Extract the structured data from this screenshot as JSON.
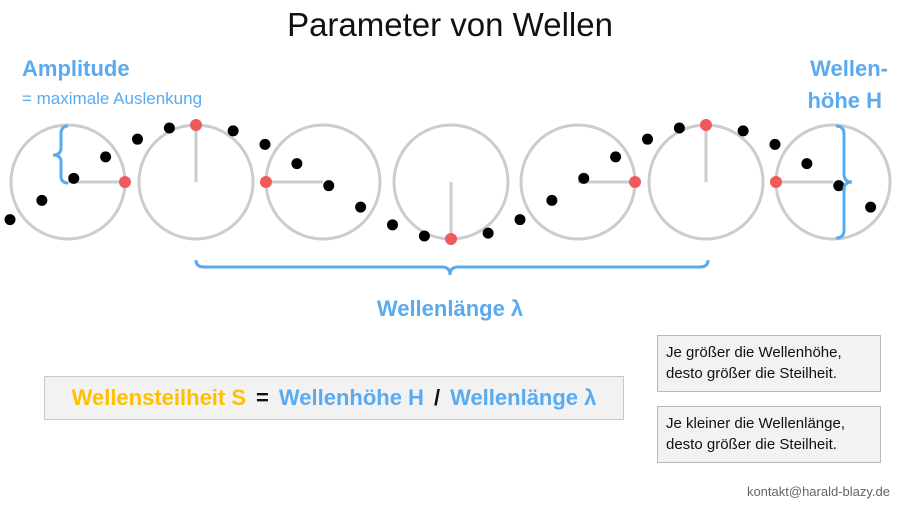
{
  "title": "Parameter von Wellen",
  "amplitude": {
    "label": "Amplitude",
    "description": "= maximale Auslenkung"
  },
  "wave_height": {
    "line1": "Wellen-",
    "line2": "höhe H"
  },
  "wavelength": {
    "label": "Wellenlänge λ"
  },
  "formula": {
    "steepness": "Wellensteilheit S",
    "equals": "=",
    "height": "Wellenhöhe H",
    "slash": "/",
    "length": "Wellenlänge λ"
  },
  "notes": [
    {
      "line1": "Je größer die Wellenhöhe,",
      "line2": "desto größer die Steilheit."
    },
    {
      "line1": "Je kleiner die Wellenlänge,",
      "line2": "desto größer die Steilheit."
    }
  ],
  "contact": "kontakt@harald-blazy.de",
  "colors": {
    "blue": "#5aaaf0",
    "yellow": "#ffc000",
    "marker_red": "#f05a5a",
    "circle_gray": "#cccccc",
    "dot_black": "#000000"
  }
}
